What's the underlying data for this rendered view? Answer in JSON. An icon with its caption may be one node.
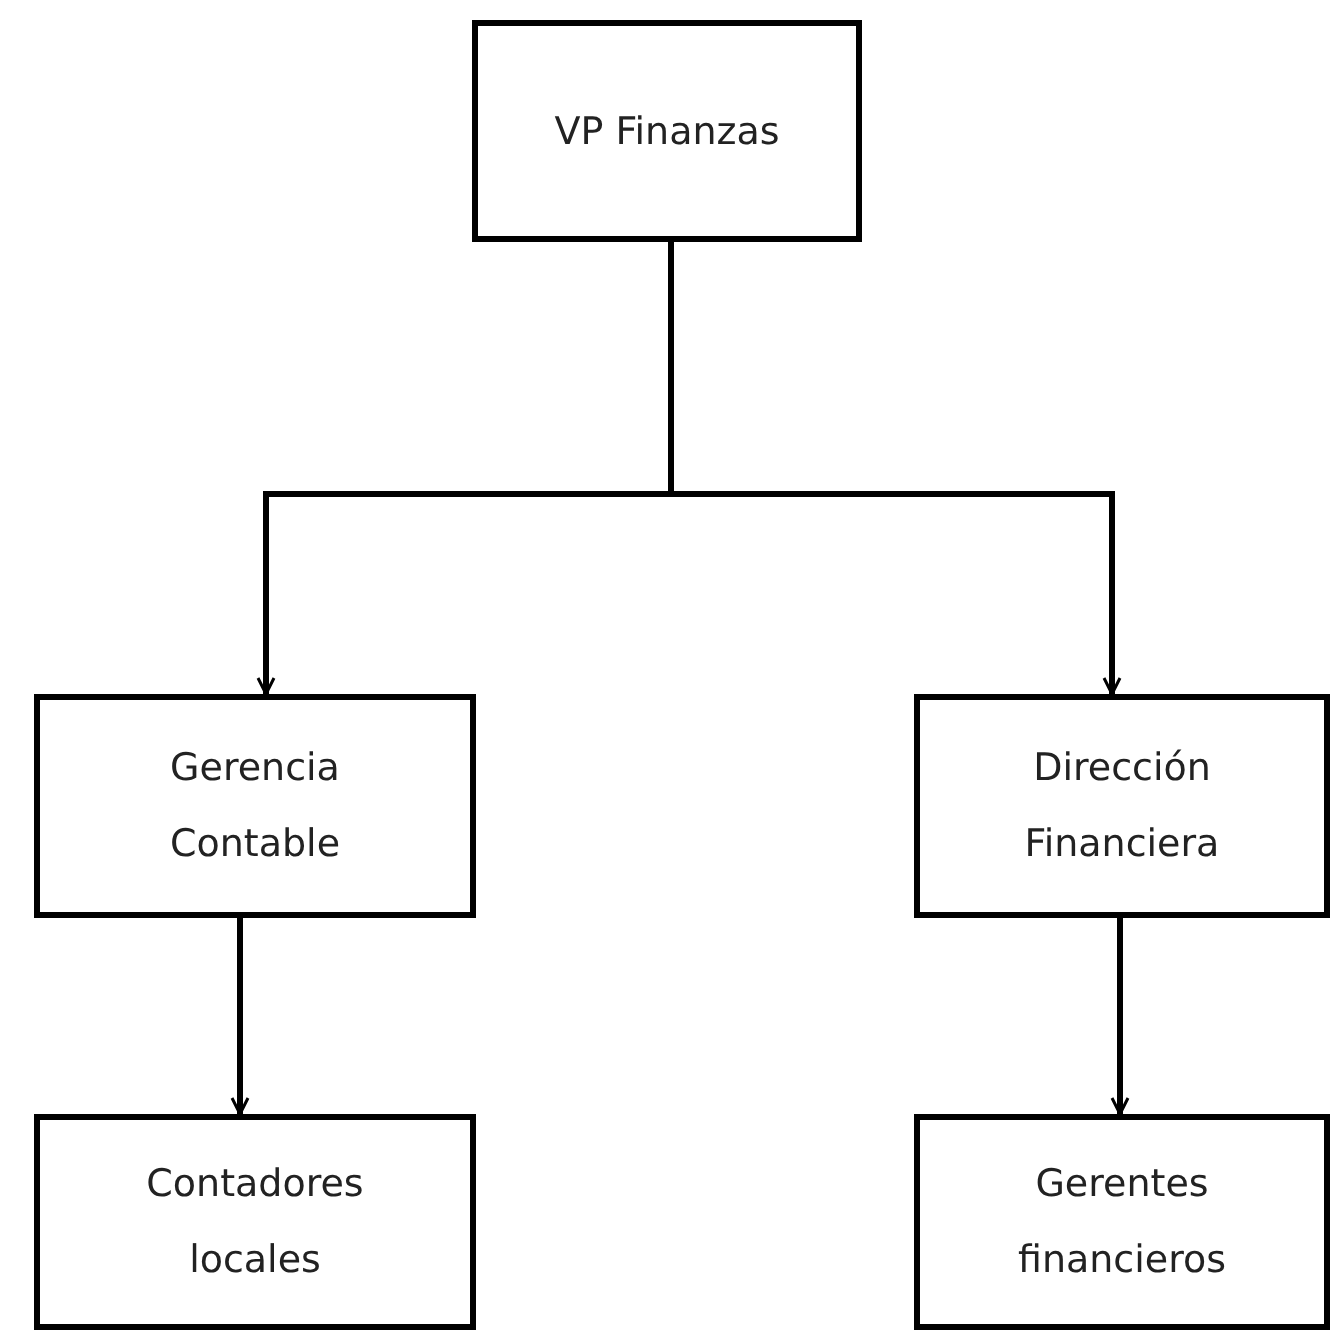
{
  "diagram": {
    "nodes": [
      {
        "text": [
          "VP Finanzas"
        ]
      },
      {
        "text": [
          "Gerencia Contable"
        ]
      },
      {
        "text": [
          "Dirección Financiera"
        ]
      },
      {
        "text": [
          "Contadores locales"
        ]
      },
      {
        "text": [
          "Gerentes financieros"
        ]
      }
    ],
    "edges": [
      {
        "from": 0,
        "to": 1,
        "arrow": "to"
      },
      {
        "from": 0,
        "to": 2,
        "arrow": "to"
      },
      {
        "from": 1,
        "to": 3,
        "arrow": "to"
      },
      {
        "from": 2,
        "to": 4,
        "arrow": "to"
      }
    ]
  }
}
